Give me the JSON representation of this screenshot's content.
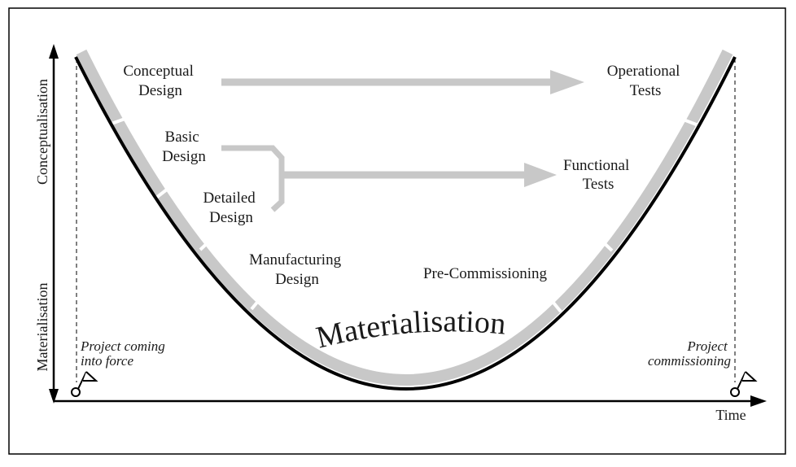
{
  "stages": {
    "conceptual_design": [
      "Conceptual",
      "Design"
    ],
    "basic_design": [
      "Basic",
      "Design"
    ],
    "detailed_design": [
      "Detailed",
      "Design"
    ],
    "manufacturing_design": [
      "Manufacturing",
      "Design"
    ],
    "pre_commissioning": "Pre-Commissioning",
    "functional_tests": [
      "Functional",
      "Tests"
    ],
    "operational_tests": [
      "Operational",
      "Tests"
    ]
  },
  "curve_label": "Materialisation",
  "axes": {
    "y_upper": "Conceptualisation",
    "y_lower": "Materialisation",
    "x": "Time"
  },
  "milestones": {
    "start": [
      "Project coming",
      "into force"
    ],
    "end": [
      "Project",
      "commissioning"
    ]
  },
  "colors": {
    "band": "#c8c8c8",
    "curve": "#000000",
    "arrow": "#c8c8c8"
  }
}
